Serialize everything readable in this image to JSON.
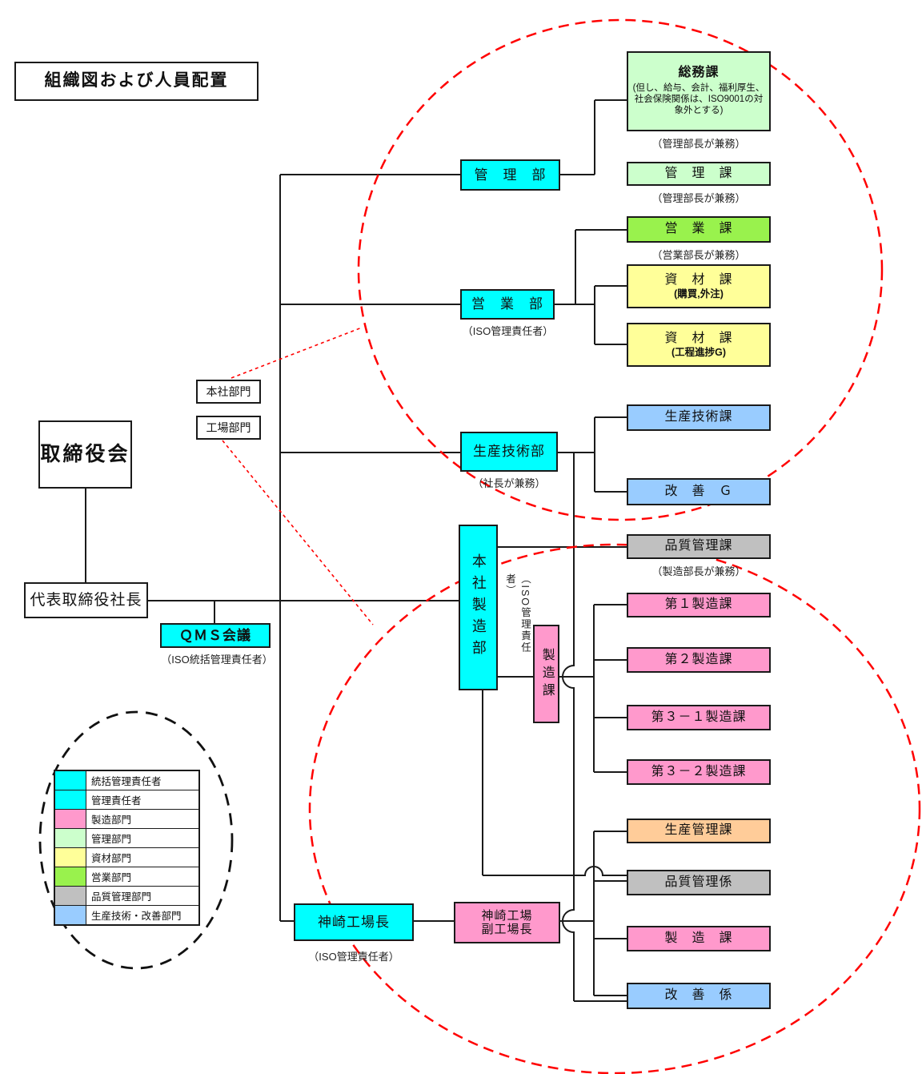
{
  "title": "組織図および人員配置",
  "colors": {
    "cyan": "#00FFFF",
    "pink": "#FF99CC",
    "light_green": "#CCFFCC",
    "green": "#99F24D",
    "yellow": "#FFFF99",
    "gray": "#C0C0C0",
    "light_blue": "#99CCFF",
    "orange": "#FFCC99",
    "white": "#FFFFFF",
    "red_dashed": "#FF0000",
    "black_dashed": "#111111"
  },
  "nodes": {
    "board": {
      "label": "取締役会"
    },
    "president": {
      "label": "代表取締役社長"
    },
    "qms": {
      "label": "ＱＭＳ会議",
      "note": "（ISO統括管理責任者）"
    },
    "honsha_bumon": {
      "label": "本社部門"
    },
    "kojo_bumon": {
      "label": "工場部門"
    },
    "kanri_bu": {
      "label": "管　理　部"
    },
    "eigyo_bu": {
      "label": "営　業　部",
      "note": "（ISO管理責任者）"
    },
    "seisan_gijutsu_bu": {
      "label": "生産技術部",
      "note": "（社長が兼務）"
    },
    "honsha_seizo_bu": {
      "label": "本社製造部",
      "note": "（ISO管理責任者）"
    },
    "seizo_ka_bridge": {
      "label": "製造課"
    },
    "kanzaki_kojo_cho": {
      "label": "神崎工場長",
      "note": "（ISO管理責任者）"
    },
    "kanzaki_fuku": {
      "label1": "神崎工場",
      "label2": "副工場長"
    },
    "somu_ka": {
      "label": "総務課",
      "sub": "(但し、給与、会計、福利厚生、社会保険関係は、ISO9001の対象外とする)",
      "note": "（管理部長が兼務）"
    },
    "kanri_ka": {
      "label": "管　理　課",
      "note": "（管理部長が兼務）"
    },
    "eigyo_ka": {
      "label": "営　業　課",
      "note": "（営業部長が兼務）"
    },
    "shizai_ka_1": {
      "label": "資　材　課",
      "sub": "(購買,外注)"
    },
    "shizai_ka_2": {
      "label": "資　材　課",
      "sub": "(工程進捗G)"
    },
    "seisan_gijutsu_ka": {
      "label": "生産技術課"
    },
    "kaizen_g": {
      "label": "改　善　Ｇ"
    },
    "hinshitsu_kanri_ka": {
      "label": "品質管理課",
      "note": "（製造部長が兼務）"
    },
    "dai1_seizo_ka": {
      "label": "第１製造課"
    },
    "dai2_seizo_ka": {
      "label": "第２製造課"
    },
    "dai3_1_seizo_ka": {
      "label": "第３－１製造課"
    },
    "dai3_2_seizo_ka": {
      "label": "第３－２製造課"
    },
    "seisan_kanri_ka": {
      "label": "生産管理課"
    },
    "hinshitsu_kanri_kakari": {
      "label": "品質管理係"
    },
    "seizo_ka_factory": {
      "label": "製　造　課"
    },
    "kaizen_kakari": {
      "label": "改　善　係"
    }
  },
  "legend": {
    "items": [
      {
        "color": "#00FFFF",
        "label": "統括管理責任者"
      },
      {
        "color": "#00FFFF",
        "label": "管理責任者"
      },
      {
        "color": "#FF99CC",
        "label": "製造部門"
      },
      {
        "color": "#CCFFCC",
        "label": "管理部門"
      },
      {
        "color": "#FFFF99",
        "label": "資材部門"
      },
      {
        "color": "#99F24D",
        "label": "営業部門"
      },
      {
        "color": "#C0C0C0",
        "label": "品質管理部門"
      },
      {
        "color": "#99CCFF",
        "label": "生産技術・改善部門"
      }
    ]
  }
}
